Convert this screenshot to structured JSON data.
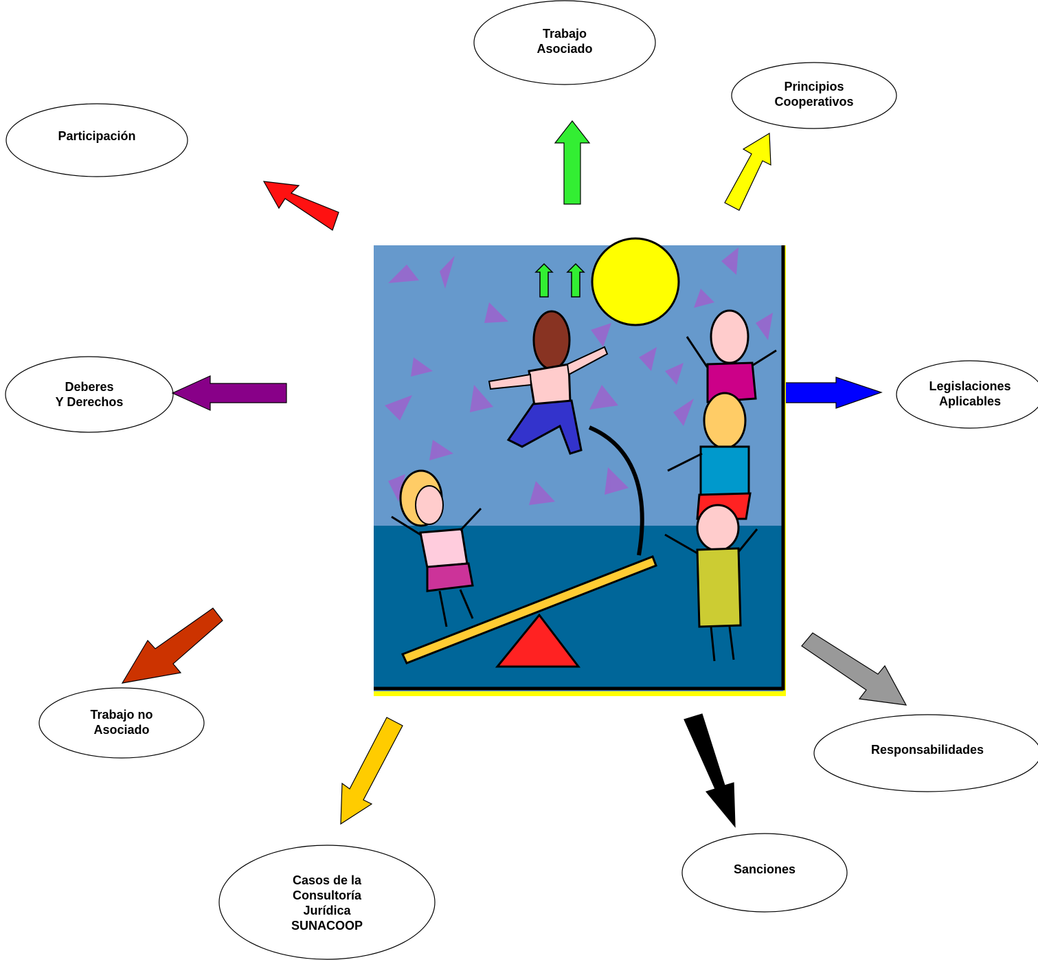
{
  "diagram": {
    "center": {
      "name": "seesaw-illustration"
    },
    "nodes": [
      {
        "id": "trabajo-asociado",
        "label": "Trabajo\nAsociado",
        "arrow_color": "#33ee33"
      },
      {
        "id": "principios-cooperativos",
        "label": "Principios\nCooperativos",
        "arrow_color": "#ffff00"
      },
      {
        "id": "participacion",
        "label": "Participación",
        "arrow_color": "#ff1111"
      },
      {
        "id": "deberes-derechos",
        "label": "Deberes\nY Derechos",
        "arrow_color": "#880088"
      },
      {
        "id": "legislaciones-aplicables",
        "label": "Legislaciones\nAplicables",
        "arrow_color": "#0000ff"
      },
      {
        "id": "trabajo-no-asociado",
        "label": "Trabajo  no\nAsociado",
        "arrow_color": "#cc3300"
      },
      {
        "id": "responsabilidades",
        "label": "Responsabilidades",
        "arrow_color": "#999999"
      },
      {
        "id": "casos-consultoria",
        "label": "Casos de la\nConsultoría\nJurídica\nSUNACOOP",
        "arrow_color": "#ffcc00"
      },
      {
        "id": "sanciones",
        "label": "Sanciones",
        "arrow_color": "#000000"
      }
    ]
  }
}
